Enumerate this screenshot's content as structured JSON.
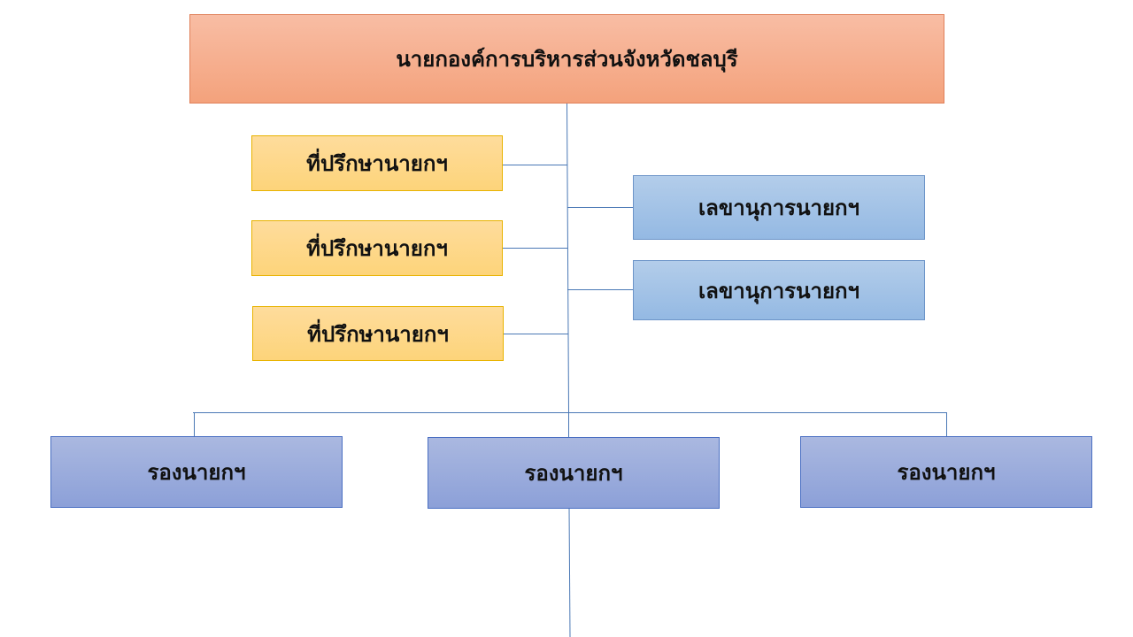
{
  "top": {
    "label": "นายกองค์การบริหารส่วนจังหวัดชลบุรี"
  },
  "advisors": [
    {
      "label": "ที่ปรึกษานายกฯ"
    },
    {
      "label": "ที่ปรึกษานายกฯ"
    },
    {
      "label": "ที่ปรึกษานายกฯ"
    }
  ],
  "secretaries": [
    {
      "label": "เลขานุการนายกฯ"
    },
    {
      "label": "เลขานุการนายกฯ"
    }
  ],
  "deputies": [
    {
      "label": "รองนายกฯ"
    },
    {
      "label": "รองนายกฯ"
    },
    {
      "label": "รองนายกฯ"
    }
  ],
  "colors": {
    "line": "#4a78b5",
    "top_fill": "#f4a27c",
    "advisor_fill": "#fdd47a",
    "secretary_fill": "#94b9e3",
    "deputy_fill": "#8ca0d8"
  }
}
